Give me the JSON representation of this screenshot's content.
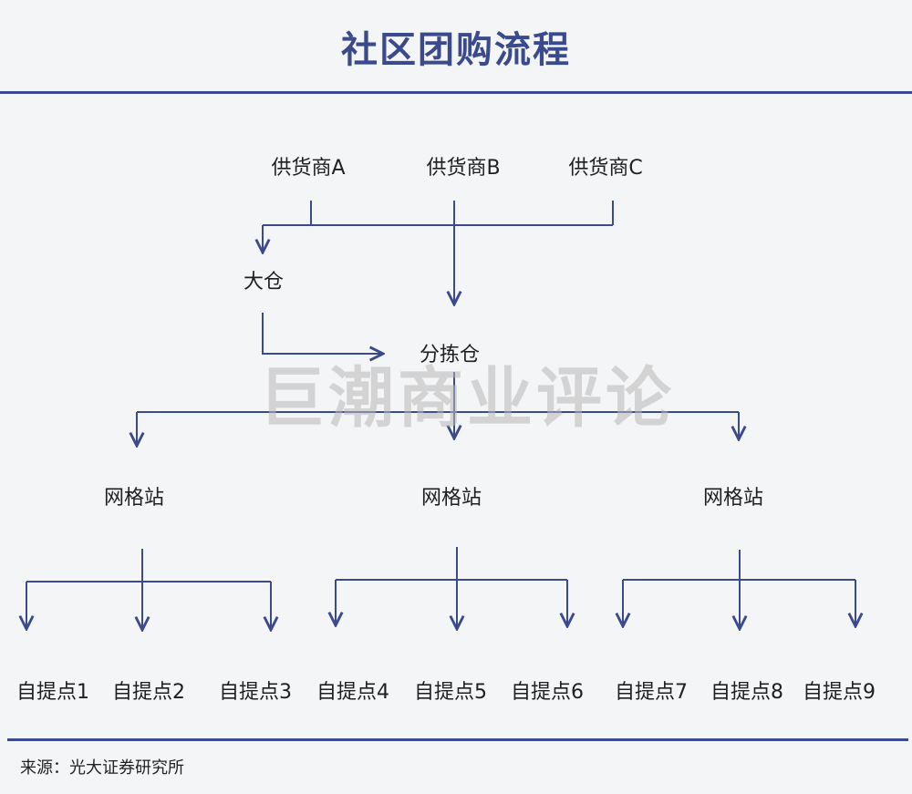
{
  "title": "社区团购流程",
  "suppliers": [
    {
      "label": "供货商A"
    },
    {
      "label": "供货商B"
    },
    {
      "label": "供货商C"
    }
  ],
  "main_warehouse": "大仓",
  "sorting_warehouse": "分拣仓",
  "grid_stations": [
    {
      "label": "网格站"
    },
    {
      "label": "网格站"
    },
    {
      "label": "网格站"
    }
  ],
  "pickup_points": [
    {
      "label": "自提点1"
    },
    {
      "label": "自提点2"
    },
    {
      "label": "自提点3"
    },
    {
      "label": "自提点4"
    },
    {
      "label": "自提点5"
    },
    {
      "label": "自提点6"
    },
    {
      "label": "自提点7"
    },
    {
      "label": "自提点8"
    },
    {
      "label": "自提点9"
    }
  ],
  "watermark": "巨潮商业评论",
  "source": "来源：光大证券研究所",
  "colors": {
    "line": "#3b4a8c",
    "title": "#3b4a8c"
  }
}
